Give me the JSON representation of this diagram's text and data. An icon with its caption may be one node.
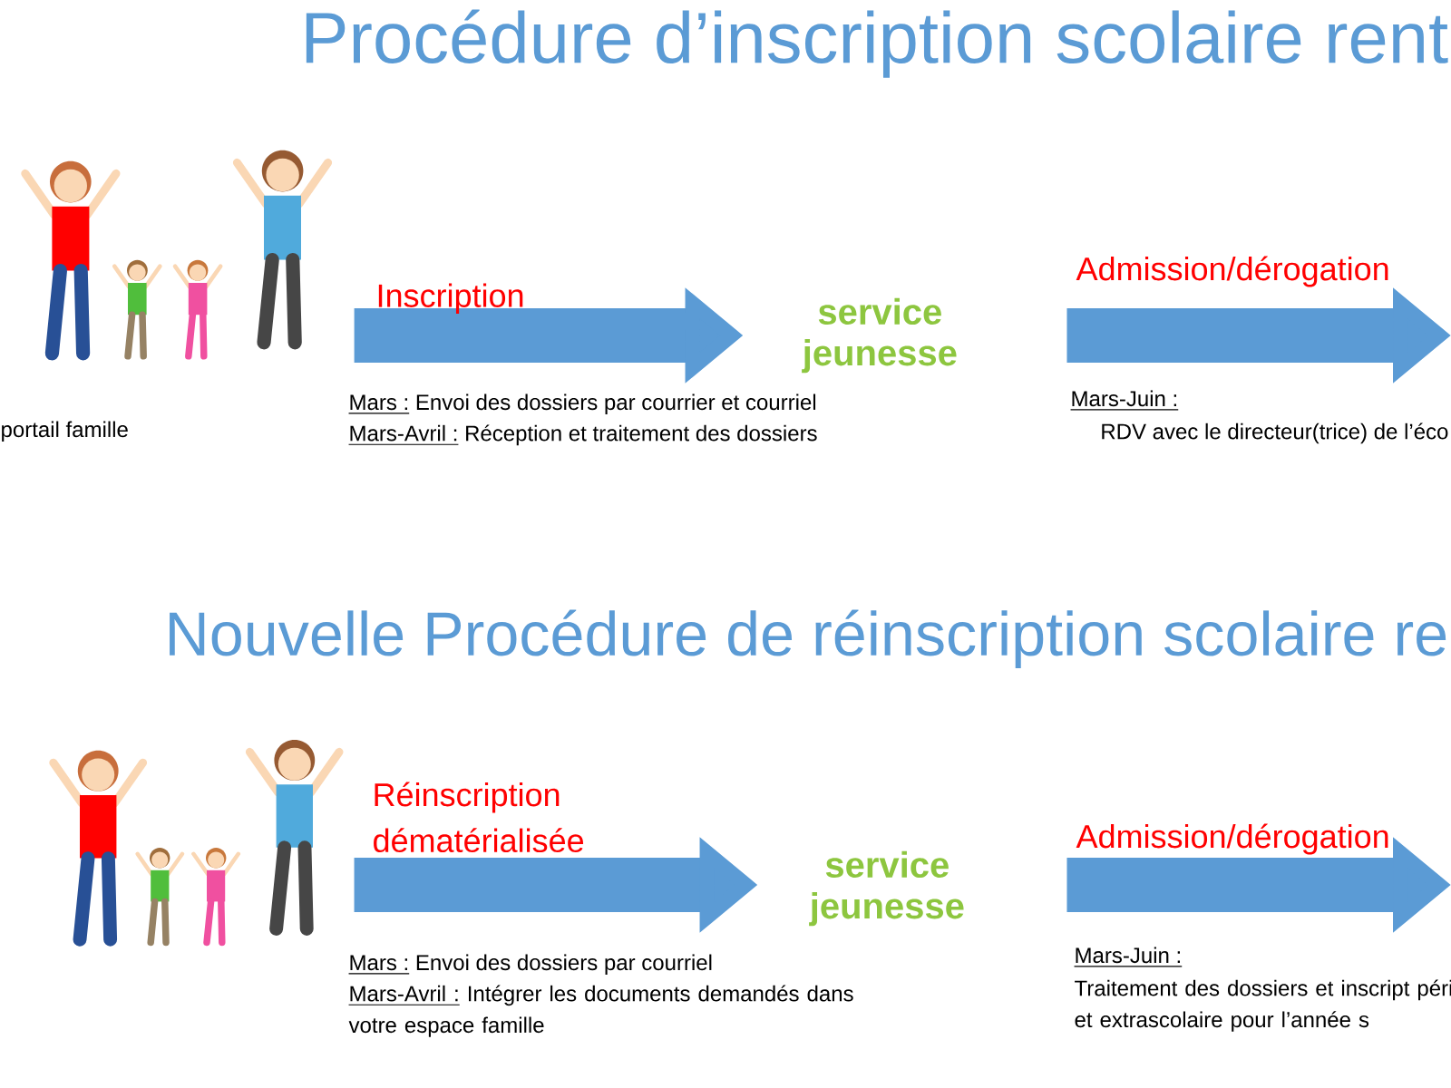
{
  "diagram": {
    "nodes": [
      {
        "text": [],
        "shape": "picture"
      },
      {
        "text": [
          "service jeunesse"
        ]
      },
      {
        "text": [],
        "shape": "picture"
      },
      {
        "text": [
          "service jeunesse"
        ]
      }
    ],
    "edges": [
      {
        "from": 0,
        "to": 1,
        "arrow": "to",
        "label": "Inscription"
      },
      {
        "from": 1,
        "to": null,
        "arrow": "to",
        "label": "Admission/dérogation"
      },
      {
        "from": 2,
        "to": 3,
        "arrow": "to",
        "label": "Réinscription dématérialisée"
      },
      {
        "from": 3,
        "to": null,
        "arrow": "to",
        "label": "Admission/dérogation"
      }
    ],
    "labels": [
      "Procédure d’inscription scolaire rent",
      "portail famille",
      "Mars :",
      "Envoi des dossiers par courrier et courriel",
      "Mars-Avril :",
      "Réception et traitement des dossiers",
      "Mars-Juin :",
      "RDV avec le directeur(trice) de l’éco",
      "Nouvelle Procédure de réinscription scolaire re",
      "Mars :",
      "Envoi des dossiers par courriel",
      "Mars-Avril :",
      "Intégrer les documents demandés dans votre espace famille",
      "Mars-Juin :",
      "Traitement des dossiers et inscript péri et extrascolaire pour l’année s"
    ]
  }
}
